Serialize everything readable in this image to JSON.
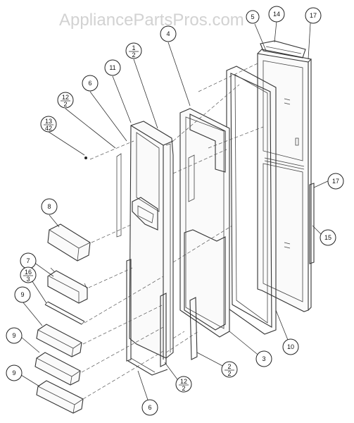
{
  "watermark": "AppliancePartsPros.com",
  "callouts": [
    {
      "id": "c-4",
      "label": "4"
    },
    {
      "id": "c-1-2",
      "top": "1",
      "bottom": "2"
    },
    {
      "id": "c-11",
      "label": "11"
    },
    {
      "id": "c-6-top",
      "label": "6"
    },
    {
      "id": "c-12-2-top",
      "top": "12",
      "bottom": "2"
    },
    {
      "id": "c-13-42",
      "top": "13",
      "bottom": "42"
    },
    {
      "id": "c-8",
      "label": "8"
    },
    {
      "id": "c-7",
      "label": "7"
    },
    {
      "id": "c-16-3",
      "top": "16",
      "bottom": "3"
    },
    {
      "id": "c-9-a",
      "label": "9"
    },
    {
      "id": "c-9-b",
      "label": "9"
    },
    {
      "id": "c-9-c",
      "label": "9"
    },
    {
      "id": "c-6-bottom",
      "label": "6"
    },
    {
      "id": "c-12-2-bottom",
      "top": "12",
      "bottom": "2"
    },
    {
      "id": "c-2-2",
      "top": "2",
      "bottom": "2"
    },
    {
      "id": "c-3",
      "label": "3"
    },
    {
      "id": "c-10",
      "label": "10"
    },
    {
      "id": "c-15",
      "label": "15"
    },
    {
      "id": "c-17-mid",
      "label": "17"
    },
    {
      "id": "c-17-top",
      "label": "17"
    },
    {
      "id": "c-14",
      "label": "14"
    },
    {
      "id": "c-5",
      "label": "5"
    }
  ]
}
